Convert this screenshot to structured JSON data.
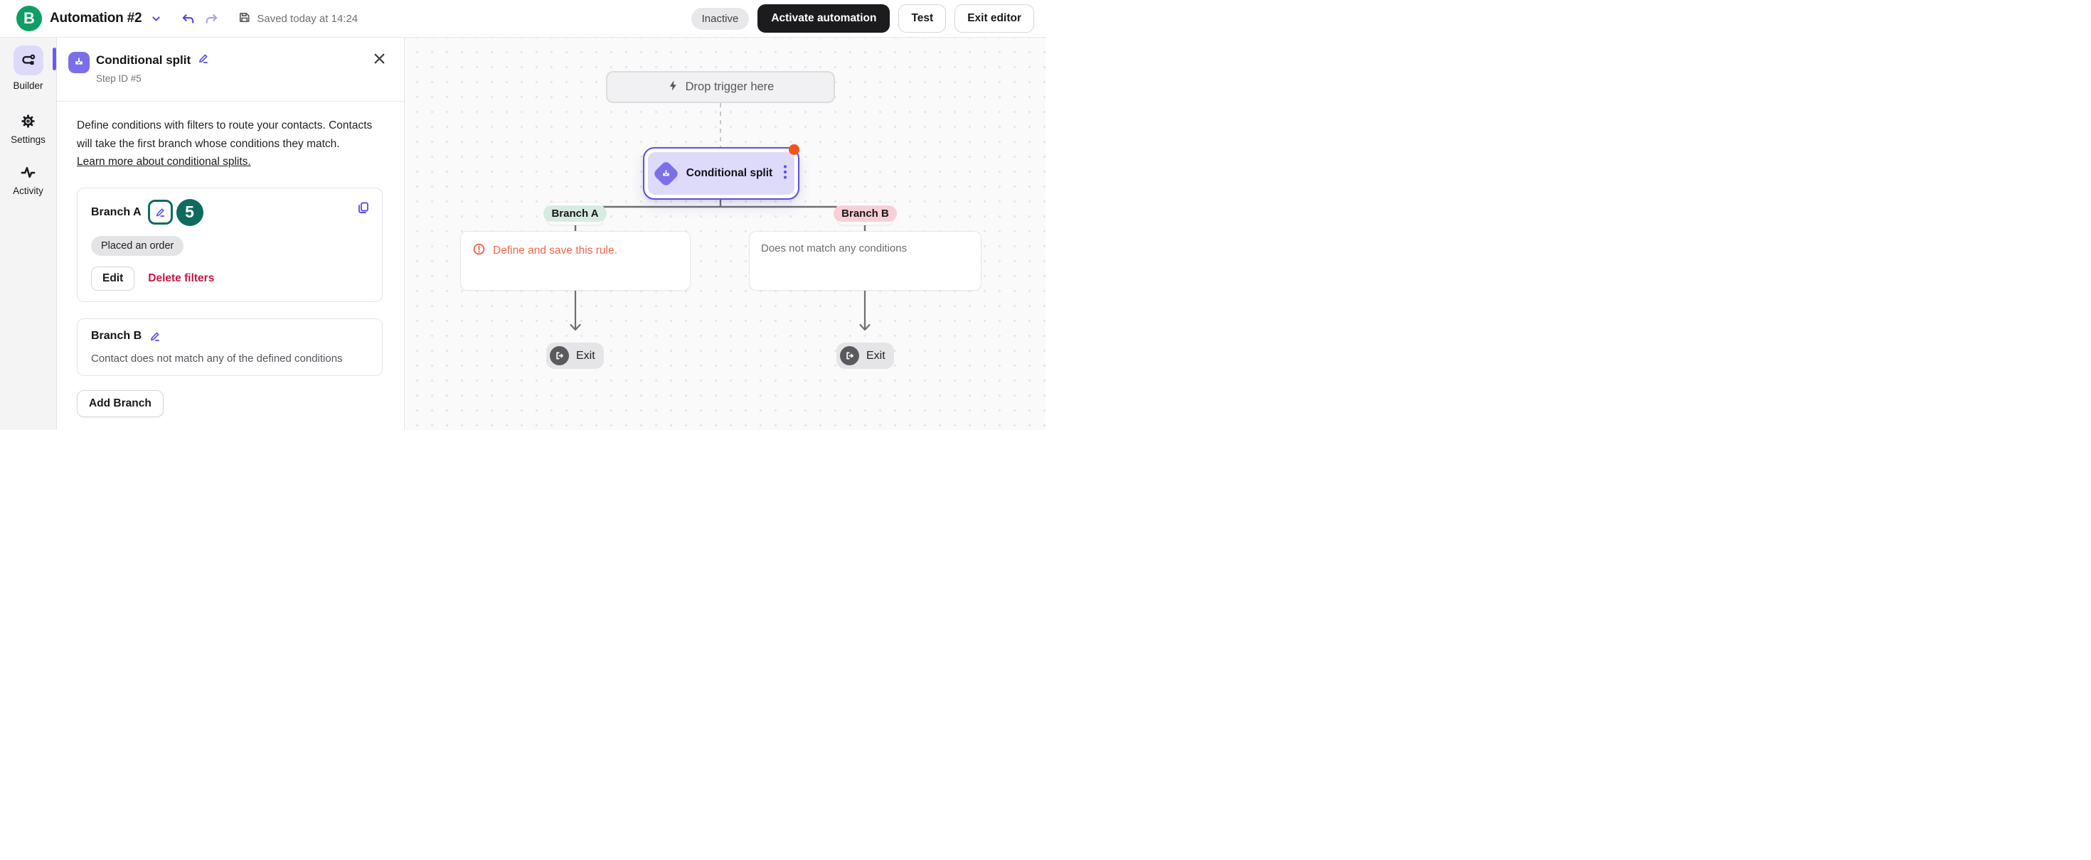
{
  "header": {
    "logo_letter": "B",
    "title": "Automation #2",
    "saved_status": "Saved today at 14:24",
    "status_badge": "Inactive",
    "activate_button": "Activate automation",
    "test_button": "Test",
    "exit_button": "Exit editor"
  },
  "sidebar": {
    "items": [
      {
        "label": "Builder"
      },
      {
        "label": "Settings"
      },
      {
        "label": "Activity"
      }
    ]
  },
  "panel": {
    "title": "Conditional split",
    "step_id": "Step ID #5",
    "description": "Define conditions with filters to route your contacts. Contacts will take the first branch whose conditions they match.",
    "learn_more_link": "Learn more about conditional splits.",
    "branch_a": {
      "title": "Branch A",
      "marker_number": "5",
      "filter_chip": "Placed an order",
      "edit_button": "Edit",
      "delete_button": "Delete filters"
    },
    "branch_b": {
      "title": "Branch B",
      "description": "Contact does not match any of the defined conditions"
    },
    "add_branch_button": "Add Branch"
  },
  "canvas": {
    "trigger_placeholder": "Drop trigger here",
    "node_title": "Conditional split",
    "branch_a_label": "Branch A",
    "branch_b_label": "Branch B",
    "branch_a_warning": "Define and save this rule.",
    "branch_b_condition": "Does not match any conditions",
    "exit_label_a": "Exit",
    "exit_label_b": "Exit"
  },
  "colors": {
    "brand_green": "#0d9e64",
    "accent_purple": "#5a50e0",
    "lavender": "#dedafa",
    "warning_orange": "#f3664a",
    "alert_dot_orange": "#f4531f",
    "delete_red": "#c51642",
    "marker_teal": "#0f6b60",
    "branch_a_mint": "#d7ebe1",
    "branch_b_pink": "#f9cfd7"
  }
}
